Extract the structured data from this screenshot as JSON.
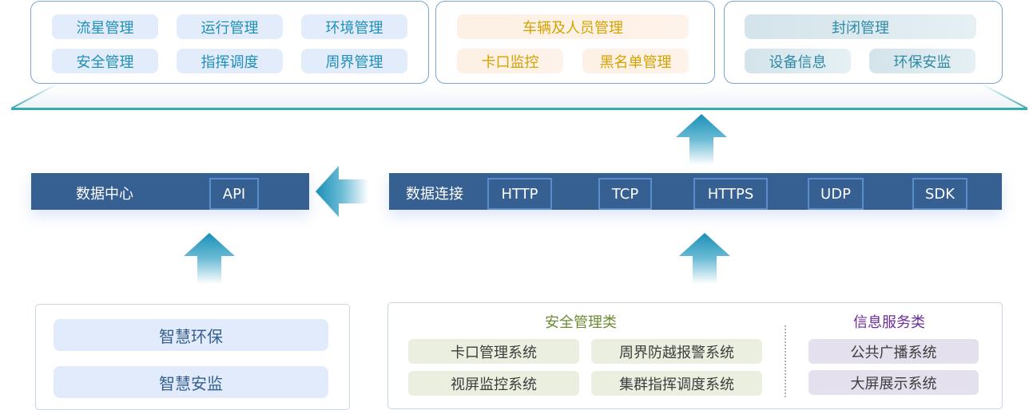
{
  "top_layer": {
    "group_1": {
      "items": [
        "流星管理",
        "运行管理",
        "环境管理",
        "安全管理",
        "指挥调度",
        "周界管理"
      ]
    },
    "group_2": {
      "items": [
        "车辆及人员管理",
        "卡口监控",
        "黑名单管理"
      ]
    },
    "group_3": {
      "items": [
        "封闭管理",
        "设备信息",
        "环保安监"
      ]
    }
  },
  "data_center": {
    "title": "数据中心",
    "api_label": "API"
  },
  "data_connection": {
    "title": "数据连接",
    "protocols": [
      "HTTP",
      "TCP",
      "HTTPS",
      "UDP",
      "SDK"
    ]
  },
  "bottom_left": {
    "items": [
      "智慧环保",
      "智慧安监"
    ]
  },
  "bottom_right": {
    "security_category": {
      "title": "安全管理类",
      "items": [
        "卡口管理系统",
        "周界防越报警系统",
        "视屏监控系统",
        "集群指挥调度系统"
      ]
    },
    "info_category": {
      "title": "信息服务类",
      "items": [
        "公共广播系统",
        "大屏展示系统"
      ]
    }
  },
  "colors": {
    "bar_blue": "#365f92",
    "arrow_teal": "#1a8fb6",
    "platform_teal": "#3aa9ad",
    "security_title": "#6d8b34",
    "info_title": "#6a2d9a"
  }
}
